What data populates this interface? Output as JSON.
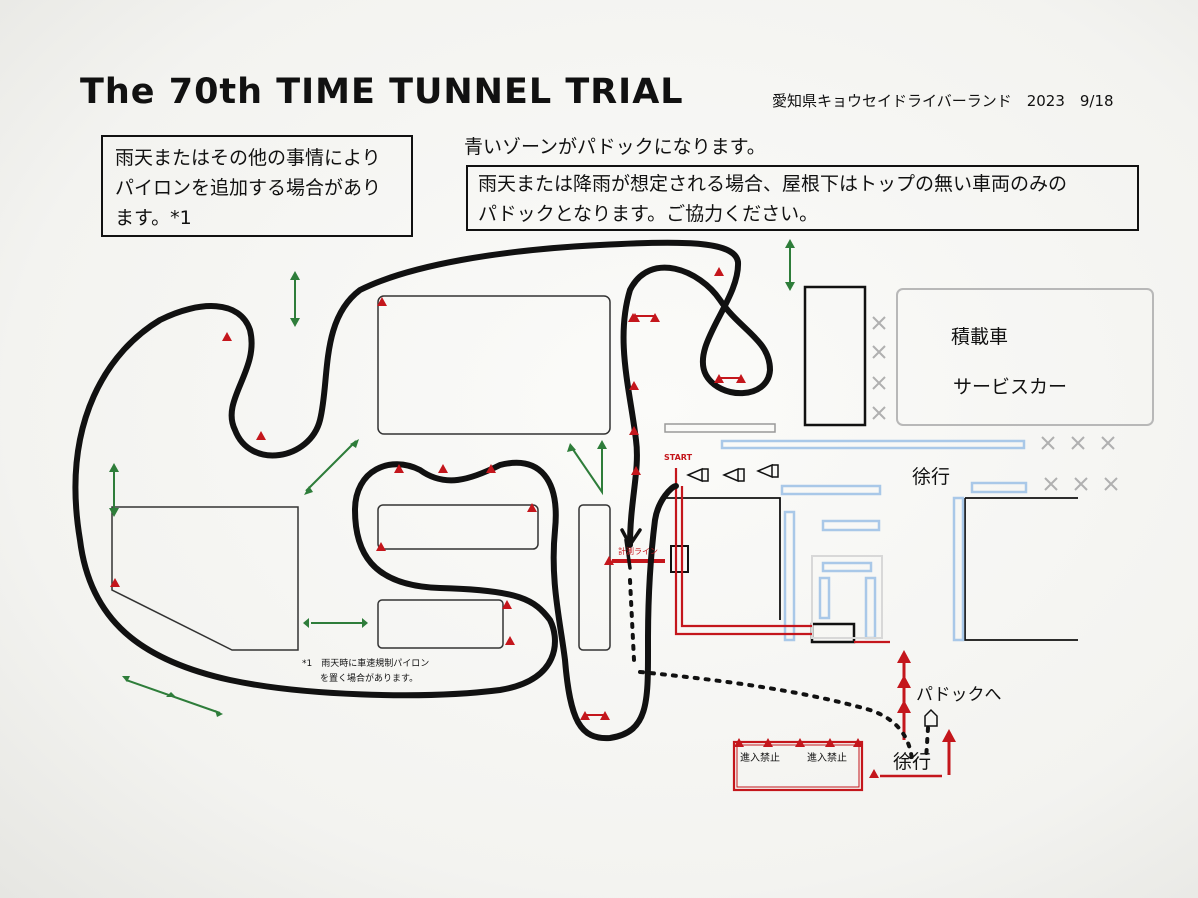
{
  "title": "The 70th TIME TUNNEL TRIAL",
  "subtitle": "愛知県キョウセイドライバーランド　2023　9/18",
  "note_left": {
    "line1": "雨天またはその他の事情により",
    "line2": "パイロンを追加する場合があり",
    "line3": "ます。*1"
  },
  "paddock_heading": "青いゾーンがパドックになります。",
  "note_right": {
    "line1": "雨天または降雨が想定される場合、屋根下はトップの無い車両のみの",
    "line2": "パドックとなります。ご協力ください。"
  },
  "labels": {
    "loading_vehicles": "積載車",
    "service_car": "サービスカー",
    "slow_top": "徐行",
    "slow_bottom": "徐行",
    "to_paddock": "パドックへ",
    "start": "START",
    "timing_line": "計測ライン",
    "no_entry_1": "進入禁止",
    "no_entry_2": "進入禁止",
    "footnote_line1": "*1　雨天時に車速規制パイロン",
    "footnote_line2": "を置く場合があります。"
  },
  "colors": {
    "course": "#111111",
    "pylon": "#c4161c",
    "green_marker": "#2e7d3a",
    "paddock_zone": "#a9c8e8",
    "red_lane": "#c4161c",
    "grey_zone": "#b8b8b8"
  }
}
